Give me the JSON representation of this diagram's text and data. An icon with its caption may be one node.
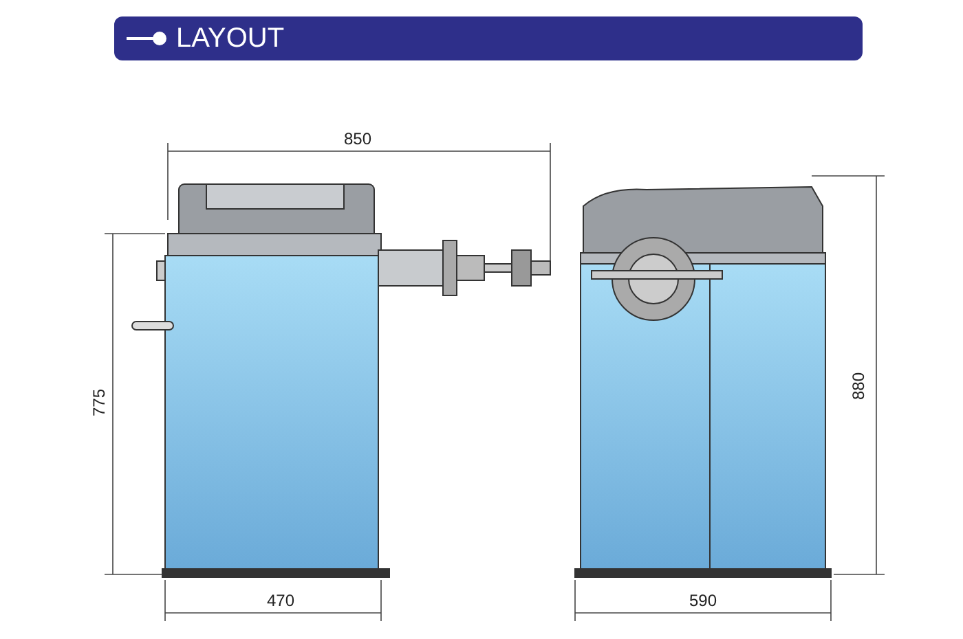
{
  "diagram": {
    "title": "LAYOUT",
    "labels": [
      "850",
      "775",
      "880",
      "470",
      "590"
    ]
  }
}
